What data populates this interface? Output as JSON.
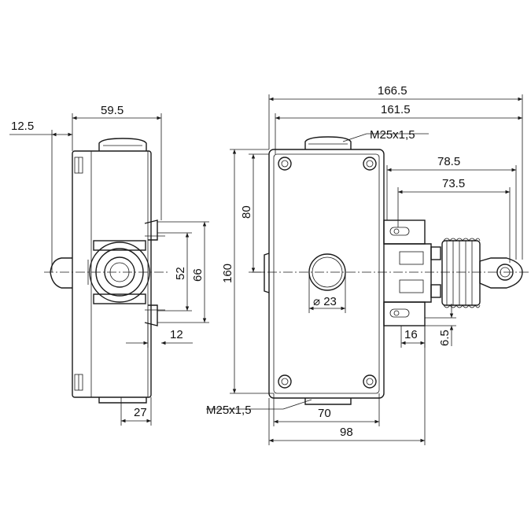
{
  "dimensions": {
    "side_width": "59.5",
    "side_offset": "12.5",
    "side_52": "52",
    "side_66": "66",
    "side_12": "12",
    "side_27": "27",
    "overall_166": "166.5",
    "overall_161": "161.5",
    "thread_top": "M25x1,5",
    "d_78": "78.5",
    "d_73": "73.5",
    "height_80": "80",
    "height_160": "160",
    "diameter_23": "⌀ 23",
    "d_16": "16",
    "d_65": "6.5",
    "thread_bottom": "M25x1,5",
    "d_70": "70",
    "d_98": "98"
  }
}
